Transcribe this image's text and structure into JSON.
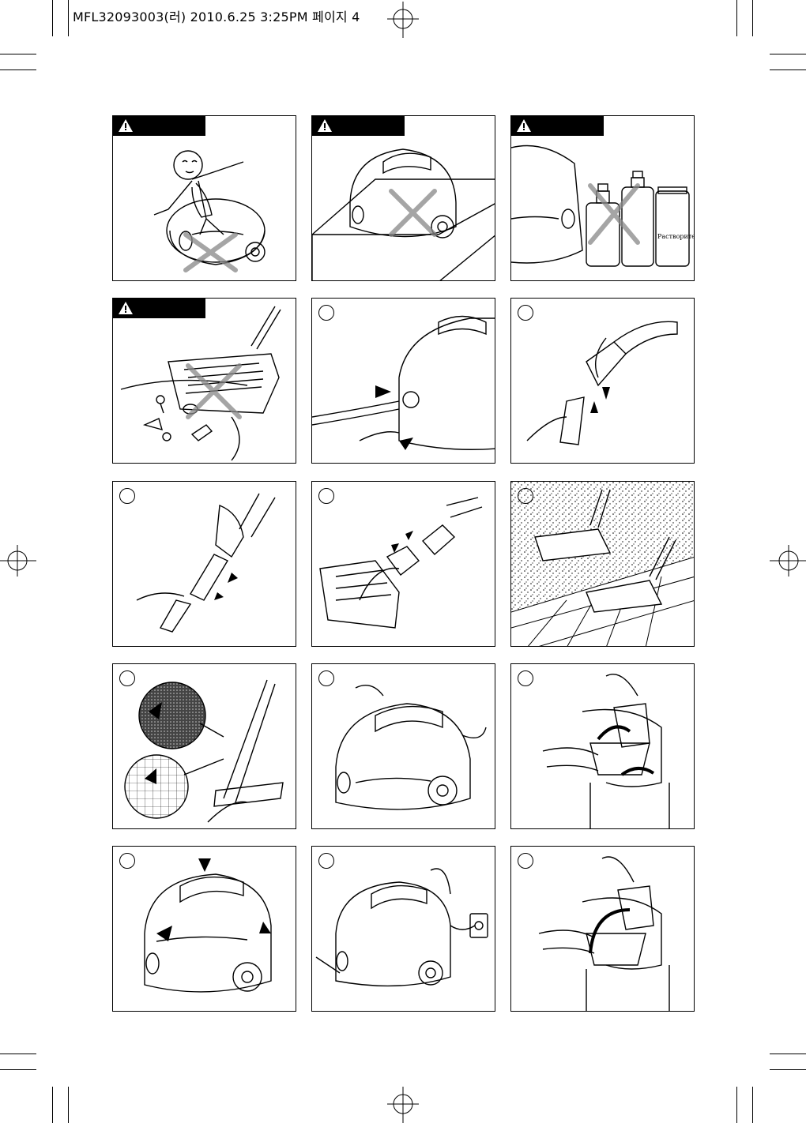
{
  "header": {
    "text": "MFL32093003(러) 2010.6.25 3:25PM 페이지 4"
  },
  "panels": [
    {
      "id": "w1",
      "kind": "warning",
      "icon": "warning-triangle-icon",
      "illustration": "child-riding-vacuum-prohibited"
    },
    {
      "id": "w2",
      "kind": "warning",
      "icon": "warning-triangle-icon",
      "illustration": "vacuum-on-table-prohibited"
    },
    {
      "id": "w3",
      "kind": "warning",
      "icon": "warning-triangle-icon",
      "illustration": "solvent-bottles-prohibited",
      "bottle_label": "Растворитель"
    },
    {
      "id": "w4",
      "kind": "warning",
      "icon": "warning-triangle-icon",
      "illustration": "nozzle-sharp-objects-prohibited"
    },
    {
      "id": "s1",
      "kind": "step",
      "illustration": "attach-hose-to-body"
    },
    {
      "id": "s2",
      "kind": "step",
      "illustration": "connect-handle-to-pipe"
    },
    {
      "id": "s3",
      "kind": "step",
      "illustration": "join-extension-pipes"
    },
    {
      "id": "s4",
      "kind": "step",
      "illustration": "attach-floor-nozzle"
    },
    {
      "id": "s5",
      "kind": "step",
      "illustration": "nozzle-carpet-and-floor-switch"
    },
    {
      "id": "s6",
      "kind": "step",
      "illustration": "wet-cleaning-nozzle-carpet-floor"
    },
    {
      "id": "s7",
      "kind": "step",
      "illustration": "carry-vacuum-by-handle"
    },
    {
      "id": "s8",
      "kind": "step",
      "illustration": "release-latch-and-lift"
    },
    {
      "id": "s9",
      "kind": "step",
      "illustration": "open-cover-press-button"
    },
    {
      "id": "s10",
      "kind": "step",
      "illustration": "plug-into-socket"
    },
    {
      "id": "s11",
      "kind": "step",
      "illustration": "lock-latch-rotate"
    }
  ]
}
